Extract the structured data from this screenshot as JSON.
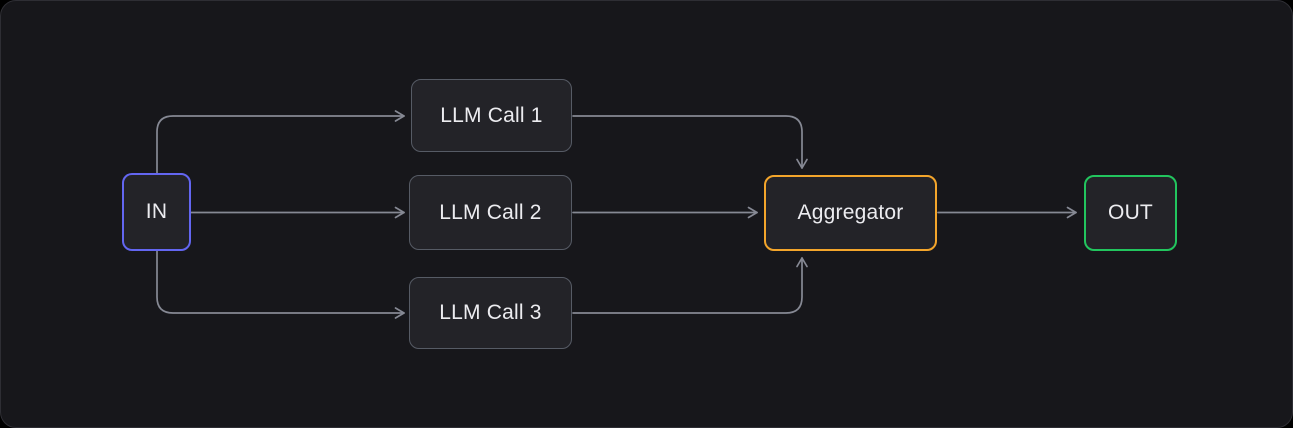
{
  "diagram": {
    "type": "flow",
    "description": "Parallelization workflow: one input fans out to three parallel LLM calls whose results are combined by an aggregator into one output.",
    "nodes": {
      "in": {
        "label": "IN",
        "accent": "#6366f1"
      },
      "llm1": {
        "label": "LLM Call 1",
        "accent": "#565b65"
      },
      "llm2": {
        "label": "LLM Call 2",
        "accent": "#565b65"
      },
      "llm3": {
        "label": "LLM Call 3",
        "accent": "#565b65"
      },
      "aggregator": {
        "label": "Aggregator",
        "accent": "#f3a52b"
      },
      "out": {
        "label": "OUT",
        "accent": "#22c55e"
      }
    },
    "edges": [
      {
        "from": "in",
        "to": "llm1"
      },
      {
        "from": "in",
        "to": "llm2"
      },
      {
        "from": "in",
        "to": "llm3"
      },
      {
        "from": "llm1",
        "to": "aggregator"
      },
      {
        "from": "llm2",
        "to": "aggregator"
      },
      {
        "from": "llm3",
        "to": "aggregator"
      },
      {
        "from": "aggregator",
        "to": "out"
      }
    ],
    "colors": {
      "canvas_background": "#17171b",
      "outer_background": "#000000",
      "node_fill": "#232328",
      "node_border_default": "#565b65",
      "node_text": "#ececf0",
      "edge_stroke": "#868994"
    }
  }
}
